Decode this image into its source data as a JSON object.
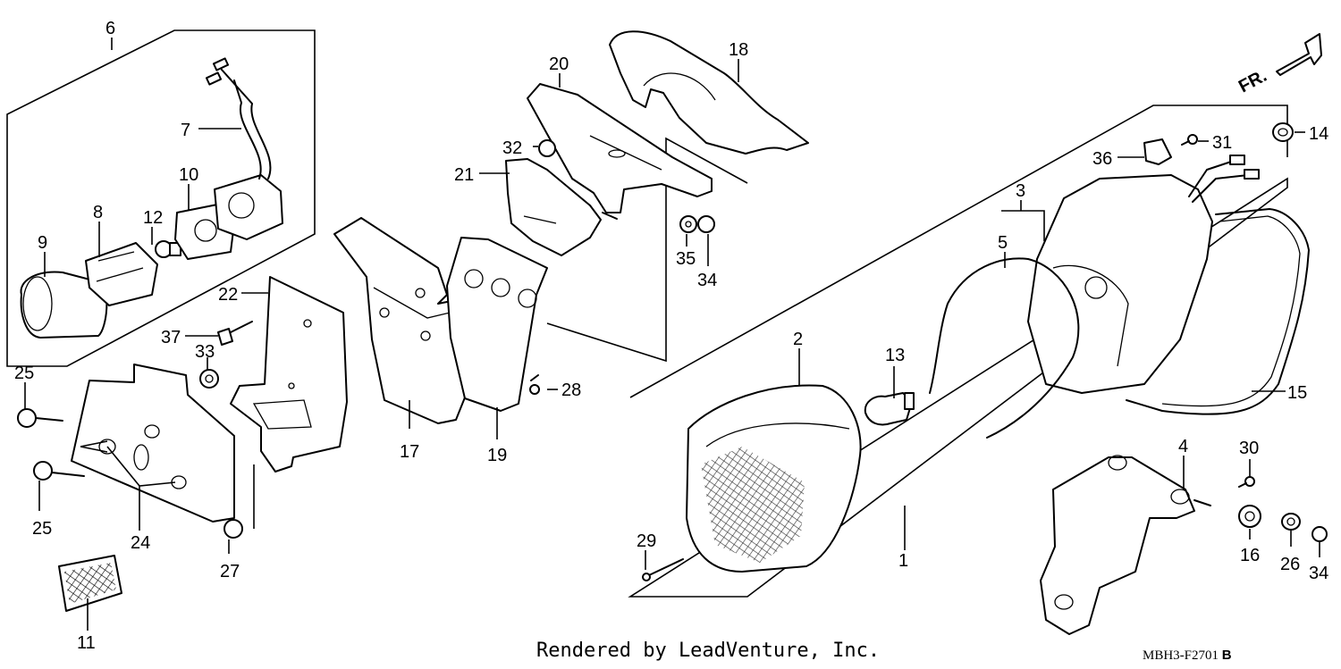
{
  "diagram": {
    "orientation_label": "FR.",
    "footer_credit": "Rendered by LeadVenture, Inc.",
    "diagram_code": "MBH3-F2701",
    "diagram_code_suffix": "B",
    "callouts": [
      {
        "id": "c1",
        "label": "1"
      },
      {
        "id": "c2",
        "label": "2"
      },
      {
        "id": "c3",
        "label": "3"
      },
      {
        "id": "c4",
        "label": "4"
      },
      {
        "id": "c5",
        "label": "5"
      },
      {
        "id": "c6",
        "label": "6"
      },
      {
        "id": "c7",
        "label": "7"
      },
      {
        "id": "c8",
        "label": "8"
      },
      {
        "id": "c9",
        "label": "9"
      },
      {
        "id": "c10",
        "label": "10"
      },
      {
        "id": "c11",
        "label": "11"
      },
      {
        "id": "c12",
        "label": "12"
      },
      {
        "id": "c13",
        "label": "13"
      },
      {
        "id": "c14",
        "label": "14"
      },
      {
        "id": "c15",
        "label": "15"
      },
      {
        "id": "c16",
        "label": "16"
      },
      {
        "id": "c17",
        "label": "17"
      },
      {
        "id": "c18",
        "label": "18"
      },
      {
        "id": "c19",
        "label": "19"
      },
      {
        "id": "c20",
        "label": "20"
      },
      {
        "id": "c21",
        "label": "21"
      },
      {
        "id": "c22",
        "label": "22"
      },
      {
        "id": "c24",
        "label": "24"
      },
      {
        "id": "c25a",
        "label": "25"
      },
      {
        "id": "c25b",
        "label": "25"
      },
      {
        "id": "c26",
        "label": "26"
      },
      {
        "id": "c27",
        "label": "27"
      },
      {
        "id": "c28",
        "label": "28"
      },
      {
        "id": "c29",
        "label": "29"
      },
      {
        "id": "c30",
        "label": "30"
      },
      {
        "id": "c31",
        "label": "31"
      },
      {
        "id": "c32",
        "label": "32"
      },
      {
        "id": "c33",
        "label": "33"
      },
      {
        "id": "c34a",
        "label": "34"
      },
      {
        "id": "c34b",
        "label": "34"
      },
      {
        "id": "c35",
        "label": "35"
      },
      {
        "id": "c36",
        "label": "36"
      },
      {
        "id": "c37",
        "label": "37"
      }
    ]
  }
}
